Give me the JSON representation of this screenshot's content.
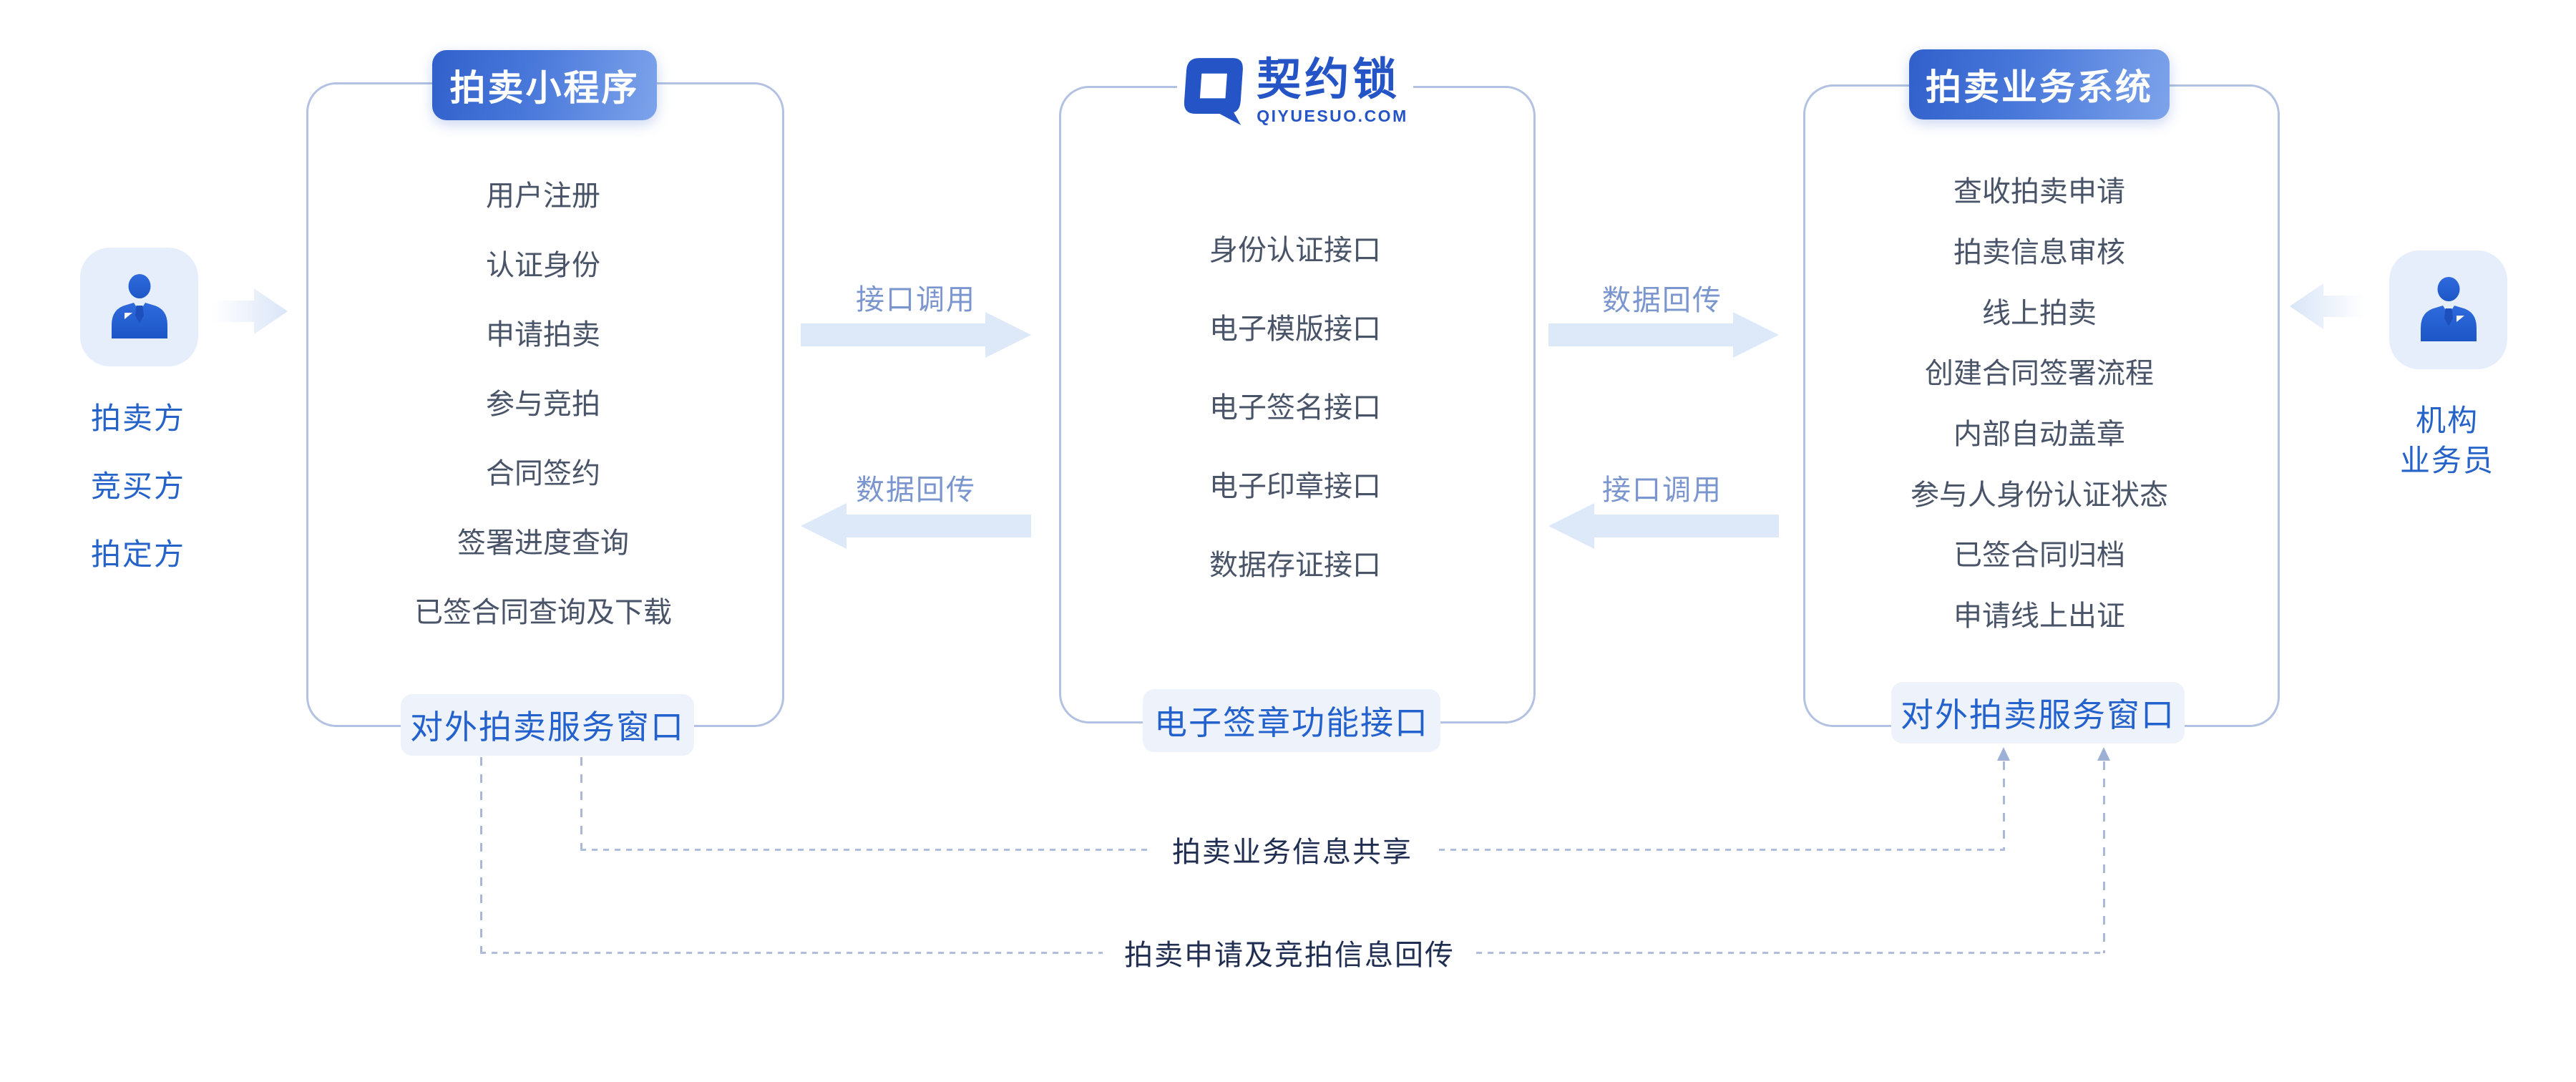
{
  "brand": {
    "name": "契约锁",
    "domain": "QIYUESUO.COM"
  },
  "left_actor": {
    "roles": [
      "拍卖方",
      "竞买方",
      "拍定方"
    ]
  },
  "right_actor": {
    "roles": [
      "机构",
      "业务员"
    ]
  },
  "panels": {
    "left": {
      "title": "拍卖小程序",
      "items": [
        "用户注册",
        "认证身份",
        "申请拍卖",
        "参与竞拍",
        "合同签约",
        "签署进度查询",
        "已签合同查询及下载"
      ],
      "footer": "对外拍卖服务窗口"
    },
    "middle": {
      "items": [
        "身份认证接口",
        "电子模版接口",
        "电子签名接口",
        "电子印章接口",
        "数据存证接口"
      ],
      "footer": "电子签章功能接口"
    },
    "right": {
      "title": "拍卖业务系统",
      "items": [
        "查收拍卖申请",
        "拍卖信息审核",
        "线上拍卖",
        "创建合同签署流程",
        "内部自动盖章",
        "参与人身份认证状态",
        "已签合同归档",
        "申请线上出证"
      ],
      "footer": "对外拍卖服务窗口"
    }
  },
  "flows": {
    "left_to_middle": "接口调用",
    "middle_to_left": "数据回传",
    "middle_to_right": "数据回传",
    "right_to_middle": "接口调用",
    "share": "拍卖业务信息共享",
    "feedback": "拍卖申请及竞拍信息回传"
  },
  "colors": {
    "accent_blue": "#2563c9",
    "logo_blue": "#2454c6",
    "badge_gradient_start": "#3160cb",
    "badge_gradient_end": "#7da3ea",
    "panel_border": "#b3c2e2",
    "item_text": "#4a5468",
    "footer_bg": "#eef2fa",
    "arrow_fill": "#dde9f8",
    "arrow_label": "#7b96ce",
    "dash_line": "#aab9d9",
    "flow_label_text": "#202e52",
    "actor_card_bg": "#e6eefb",
    "person_icon": "#2261d4"
  }
}
